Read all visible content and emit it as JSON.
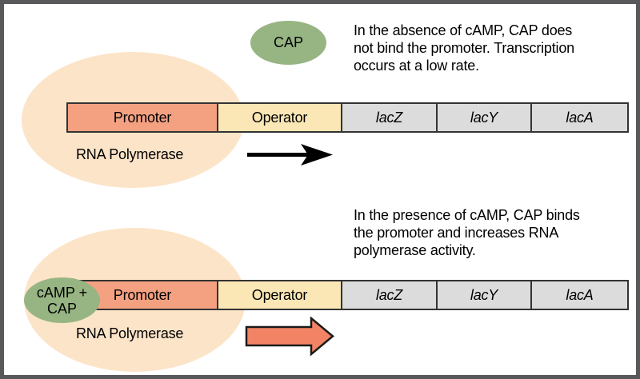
{
  "sections": {
    "absence": {
      "caption_lines": [
        "In the absence of cAMP, CAP does",
        "not bind the promoter. Transcription",
        "occurs at a low rate."
      ],
      "cap_ellipse_label": "CAP",
      "rna_polymerase_label": "RNA Polymerase"
    },
    "presence": {
      "caption_lines": [
        "In the presence of cAMP, CAP binds",
        "the promoter and increases RNA",
        "polymerase activity."
      ],
      "camp_cap_lines": [
        "cAMP +",
        "CAP"
      ],
      "rna_polymerase_label": "RNA Polymerase"
    }
  },
  "gene_row": {
    "boxes": [
      {
        "label": "Promoter"
      },
      {
        "label": "Operator"
      },
      {
        "label": "lacZ"
      },
      {
        "label": "lacY"
      },
      {
        "label": "lacA"
      }
    ]
  },
  "colors": {
    "frame_border": "#58585a",
    "rna_polymerase_ellipse": "#fce4c8",
    "cap_ellipse": "#97b583",
    "promoter_box": "#f4a182",
    "operator_box": "#fbe7b5",
    "gene_box": "#dcdcdc",
    "low_rate_arrow": "#000000",
    "high_rate_arrow_fill": "#f28465"
  }
}
